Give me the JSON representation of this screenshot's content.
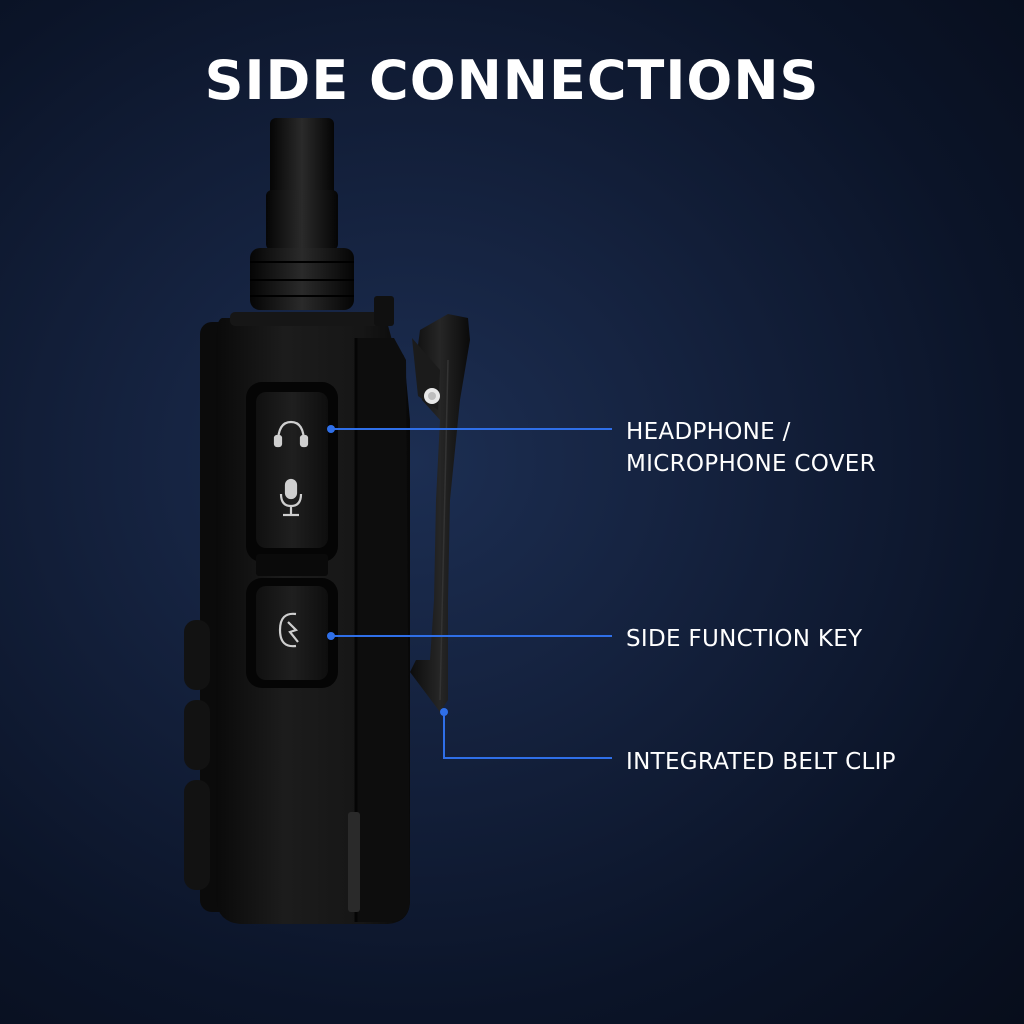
{
  "title": "SIDE CONNECTIONS",
  "callouts": {
    "headphone": {
      "line1": "HEADPHONE /",
      "line2": "MICROPHONE COVER"
    },
    "function_key": {
      "line1": "SIDE FUNCTION KEY"
    },
    "belt_clip": {
      "line1": "INTEGRATED BELT CLIP"
    }
  },
  "icons": [
    "headphone-icon",
    "microphone-icon",
    "lightning-icon"
  ],
  "colors": {
    "accent": "#2f6fe8",
    "text": "#ffffff",
    "background": "#0f1b33",
    "device": "#141414"
  }
}
